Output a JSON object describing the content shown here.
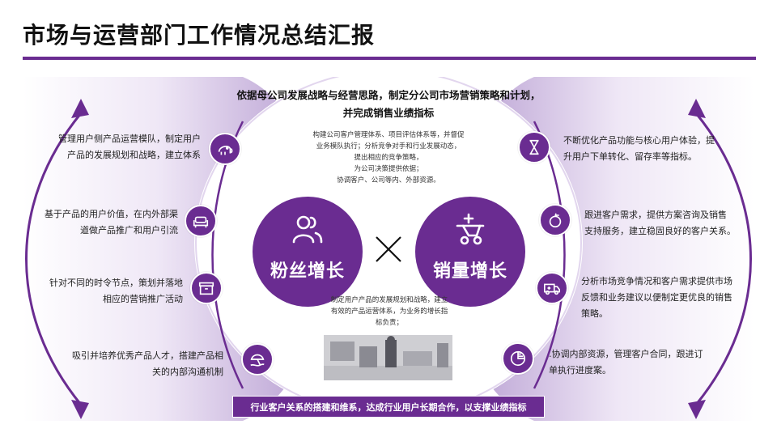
{
  "page": {
    "title": "市场与运营部门工作情况总结汇报"
  },
  "center": {
    "headline_lines": [
      "依据母公司发展战略与经营思路，制定分公司市场营销策略和计划，",
      "并完成销售业绩指标"
    ],
    "sub_lines": [
      "构建公司客户管理体系、项目评估体系等，并督促",
      "业务模队执行；分析竞争对手和行业发展动态，",
      "提出相应的竞争策略，",
      "为公司决策提供依据；",
      "协调客户、公司等内、外部资源。"
    ],
    "lower_lines": [
      "制定用户产品的发展规划和战略，建立",
      "有效的产品运营体系，为业务的增长指",
      "标负责；"
    ],
    "bottom_bar": "行业客户关系的搭建和维系，达成行业用户长期合作，以支撑业绩指标"
  },
  "left_circle": {
    "label": "粉丝增长",
    "icon": "users-icon"
  },
  "right_circle": {
    "label": "销量增长",
    "icon": "cart-icon"
  },
  "cross_icon": "cross-icon",
  "left_items": [
    {
      "icon": "elephant-icon",
      "lines": [
        "管理用户侧产品运营模队，制定用户",
        "产品的发展规划和战略，建立体系"
      ]
    },
    {
      "icon": "sofa-icon",
      "lines": [
        "基于产品的用户价值，在内外部渠",
        "道做产品推广和用户引流"
      ]
    },
    {
      "icon": "box-icon",
      "lines": [
        "针对不同的时令节点，策划并落地",
        "相应的营销推广活动"
      ]
    },
    {
      "icon": "beach-icon",
      "lines": [
        "吸引并培养优秀产品人才，搭建产品相",
        "关的内部沟通机制"
      ]
    }
  ],
  "right_items": [
    {
      "icon": "hourglass-icon",
      "lines": [
        "不断优化产品功能与核心用户体验，提",
        "升用户下单转化、留存率等指标。"
      ]
    },
    {
      "icon": "apple-icon",
      "lines": [
        "跟进客户需求，提供方案咨询及销售",
        "支持服务，建立稳固良好的客户关系。"
      ]
    },
    {
      "icon": "ambulance-icon",
      "lines": [
        "分析市场竞争情况和客户需求提供市场",
        "反馈和业务建议以便制定更优良的销售",
        "策略。"
      ]
    },
    {
      "icon": "pie-icon",
      "lines": [
        ".协调内部资源，管理客户合同，跟进订",
        "单执行进度案。"
      ]
    }
  ],
  "colors": {
    "accent": "#6a2c91",
    "light": "#e9def3"
  }
}
